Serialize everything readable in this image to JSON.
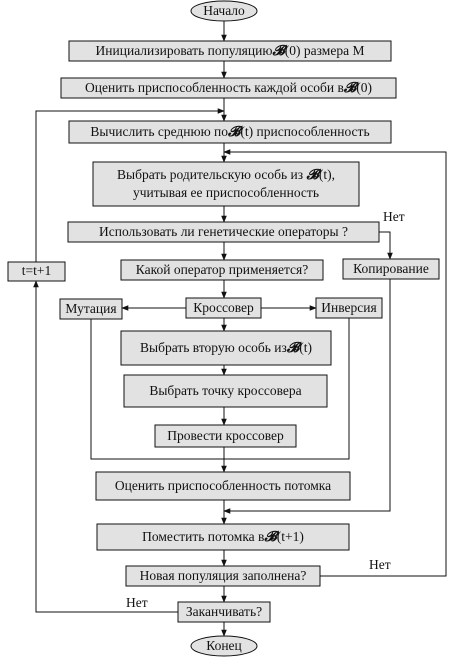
{
  "nodes": {
    "start": "Начало",
    "init": {
      "pre": "Инициализировать популяцию ",
      "sym": "𝓑",
      "post": "(0) размера M"
    },
    "eval0": {
      "pre": "Оценить приспособленность каждой особи в",
      "sym": "𝓑",
      "post": "(0)"
    },
    "avg": {
      "pre": "Вычислить среднюю по ",
      "sym": "𝓑",
      "post": "(t) приспособленность"
    },
    "select_parent": {
      "line1_pre": "Выбрать родительскую особь из ",
      "sym": "𝓑",
      "line1_post": "(t),",
      "line2": "учитывая ее приспособленность"
    },
    "use_ops": "Использовать ли генетические операторы ?",
    "which_op": "Какой оператор применяется?",
    "copy": "Копирование",
    "mutation": "Мутация",
    "crossover": "Кроссовер",
    "inversion": "Инверсия",
    "select_second": {
      "pre": "Выбрать вторую особь из ",
      "sym": "𝓑",
      "post": "(t)"
    },
    "select_point": "Выбрать точку кроссовера",
    "do_crossover": "Провести кроссовер",
    "eval_child": "Оценить приспособленность потомка",
    "place_child": {
      "pre": "Поместить потомка в",
      "sym": "𝓑",
      "post": "(t+1)"
    },
    "pop_full": "Новая популяция заполнена?",
    "finish": "Заканчивать?",
    "end": "Конец",
    "increment": "t=t+1"
  },
  "edge_labels": {
    "no_ops": "Нет",
    "no_full": "Нет",
    "no_finish": "Нет"
  },
  "colors": {
    "box_fill": "#e2e2e2",
    "stroke": "#111111",
    "background": "#ffffff"
  }
}
